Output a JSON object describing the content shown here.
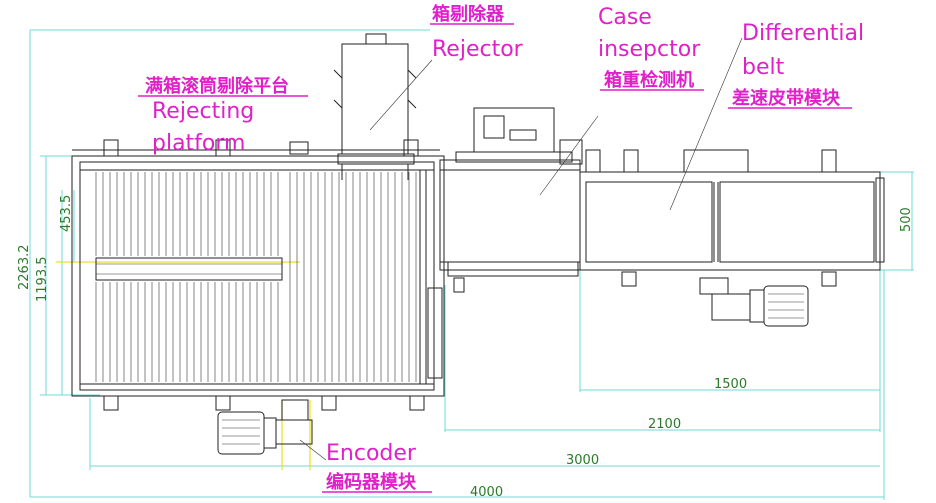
{
  "labels": {
    "rejector_cn": "箱剔除器",
    "rejector_en": "Rejector",
    "platform_cn": "满箱滚筒剔除平台",
    "platform_en_1": "Rejecting",
    "platform_en_2": "platform",
    "inspector_en_1": "Case",
    "inspector_en_2": "insepctor",
    "inspector_cn": "箱重检测机",
    "belt_en_1": "Differential",
    "belt_en_2": "belt",
    "belt_cn": "差速皮带模块",
    "encoder_en": "Encoder",
    "encoder_cn": "编码器模块"
  },
  "dimensions": {
    "d4000": "4000",
    "d3000": "3000",
    "d2100": "2100",
    "d1500": "1500",
    "d500": "500",
    "d2263": "2263.2",
    "d1193": "1193.5",
    "d453": "453.5"
  },
  "colors": {
    "label": "#e020c8",
    "dimension_text": "#2a7a2a",
    "dimension_line": "#6fd9d9",
    "drawing_line": "#222222"
  }
}
